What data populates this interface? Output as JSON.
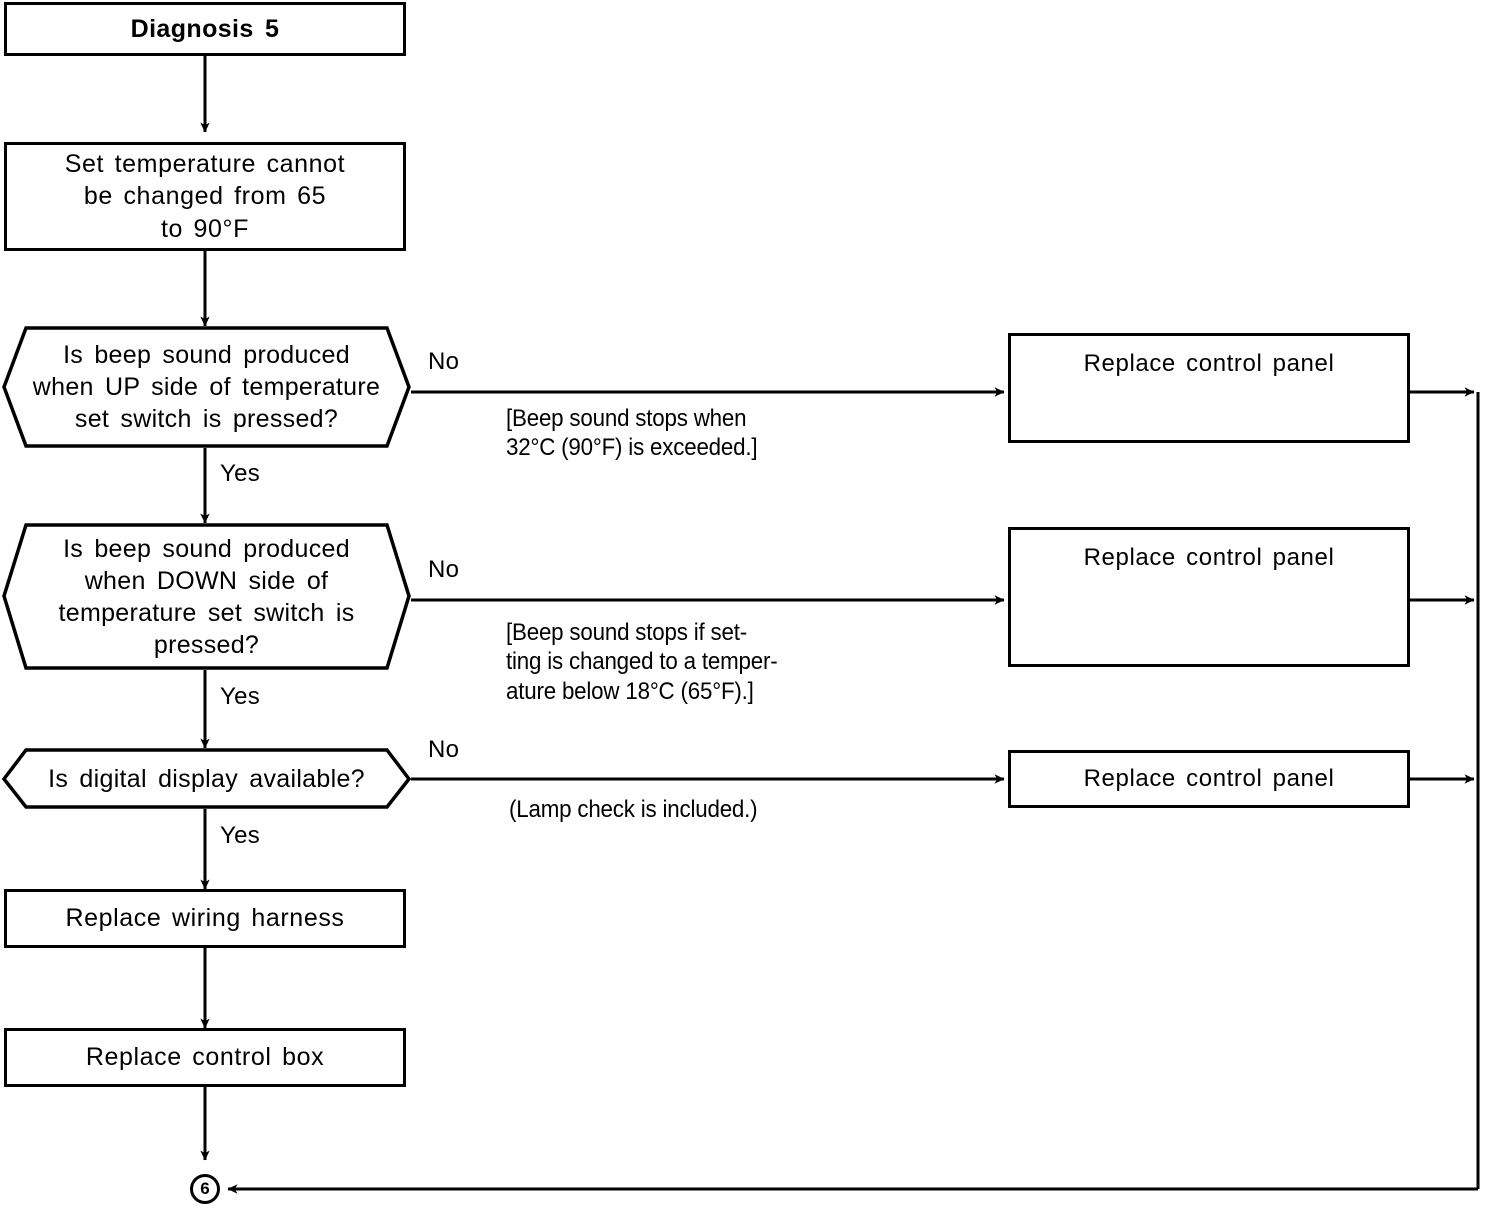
{
  "diagram": {
    "title": "Diagnosis 5",
    "terminator_label": "6",
    "nodes": [
      {
        "id": "title",
        "kind": "title-box",
        "text": "Diagnosis 5"
      },
      {
        "id": "symptom",
        "kind": "process-box",
        "text": "Set temperature cannot\nbe changed from 65\nto 90°F"
      },
      {
        "id": "q1",
        "kind": "decision",
        "text": "Is beep sound produced\nwhen UP side of temperature\nset switch is pressed?"
      },
      {
        "id": "q2",
        "kind": "decision",
        "text": "Is beep sound produced\nwhen DOWN side of\ntemperature set switch is\npressed?"
      },
      {
        "id": "q3",
        "kind": "decision",
        "text": "Is digital display available?"
      },
      {
        "id": "harness",
        "kind": "process-box",
        "text": "Replace wiring harness"
      },
      {
        "id": "ctrlbox",
        "kind": "process-box",
        "text": "Replace control box"
      },
      {
        "id": "panel1",
        "kind": "process-box",
        "text": "Replace control panel"
      },
      {
        "id": "panel2",
        "kind": "process-box",
        "text": "Replace control panel"
      },
      {
        "id": "panel3",
        "kind": "process-box",
        "text": "Replace control panel"
      }
    ],
    "branch_labels": {
      "q1_no": "No",
      "q1_yes": "Yes",
      "q2_no": "No",
      "q2_yes": "Yes",
      "q3_no": "No",
      "q3_yes": "Yes"
    },
    "notes": [
      {
        "id": "note1",
        "text": "[Beep sound stops when\n32°C (90°F) is exceeded.]"
      },
      {
        "id": "note2",
        "text": "[Beep sound stops if set-\nting is changed to a temper-\nature below 18°C (65°F).]"
      },
      {
        "id": "note3",
        "text": "(Lamp check is included.)"
      }
    ],
    "colors": {
      "ink": "#000000",
      "paper": "#ffffff"
    }
  }
}
